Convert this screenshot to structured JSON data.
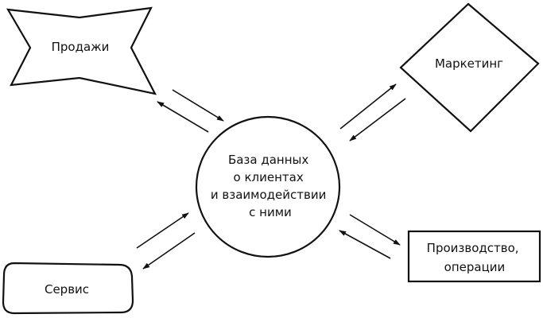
{
  "nodes": {
    "center": {
      "lines": [
        "База данных",
        "о клиентах",
        "и взаимодействии",
        "с ними"
      ]
    },
    "sales": {
      "label": "Продажи"
    },
    "marketing": {
      "label": "Маркетинг"
    },
    "production": {
      "lines": [
        "Производство,",
        "операции"
      ]
    },
    "service": {
      "label": "Сервис"
    }
  },
  "colors": {
    "ink": "#111111",
    "background": "#ffffff"
  }
}
